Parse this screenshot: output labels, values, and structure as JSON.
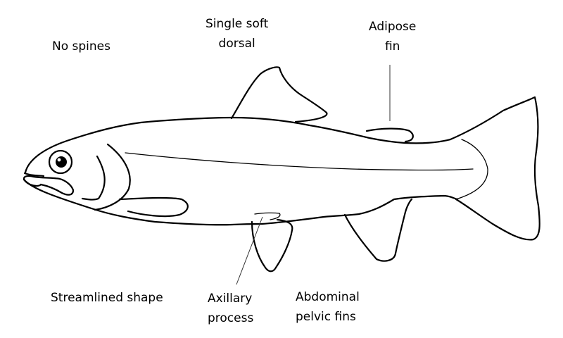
{
  "diagram": {
    "subject": "Salmonid fish (trout) external anatomy",
    "labels": {
      "no_spines": {
        "line1": "No spines"
      },
      "single_soft_dorsal": {
        "line1": "Single soft",
        "line2": "dorsal"
      },
      "adipose_fin": {
        "line1": "Adipose",
        "line2": "fin"
      },
      "streamlined_shape": {
        "line1": "Streamlined shape"
      },
      "axillary_process": {
        "line1": "Axillary",
        "line2": "process"
      },
      "abdominal_pelvic_fins": {
        "line1": "Abdominal",
        "line2": "pelvic fins"
      }
    },
    "colors": {
      "background": "#ffffff",
      "outline": "#000000",
      "text": "#000000"
    }
  }
}
